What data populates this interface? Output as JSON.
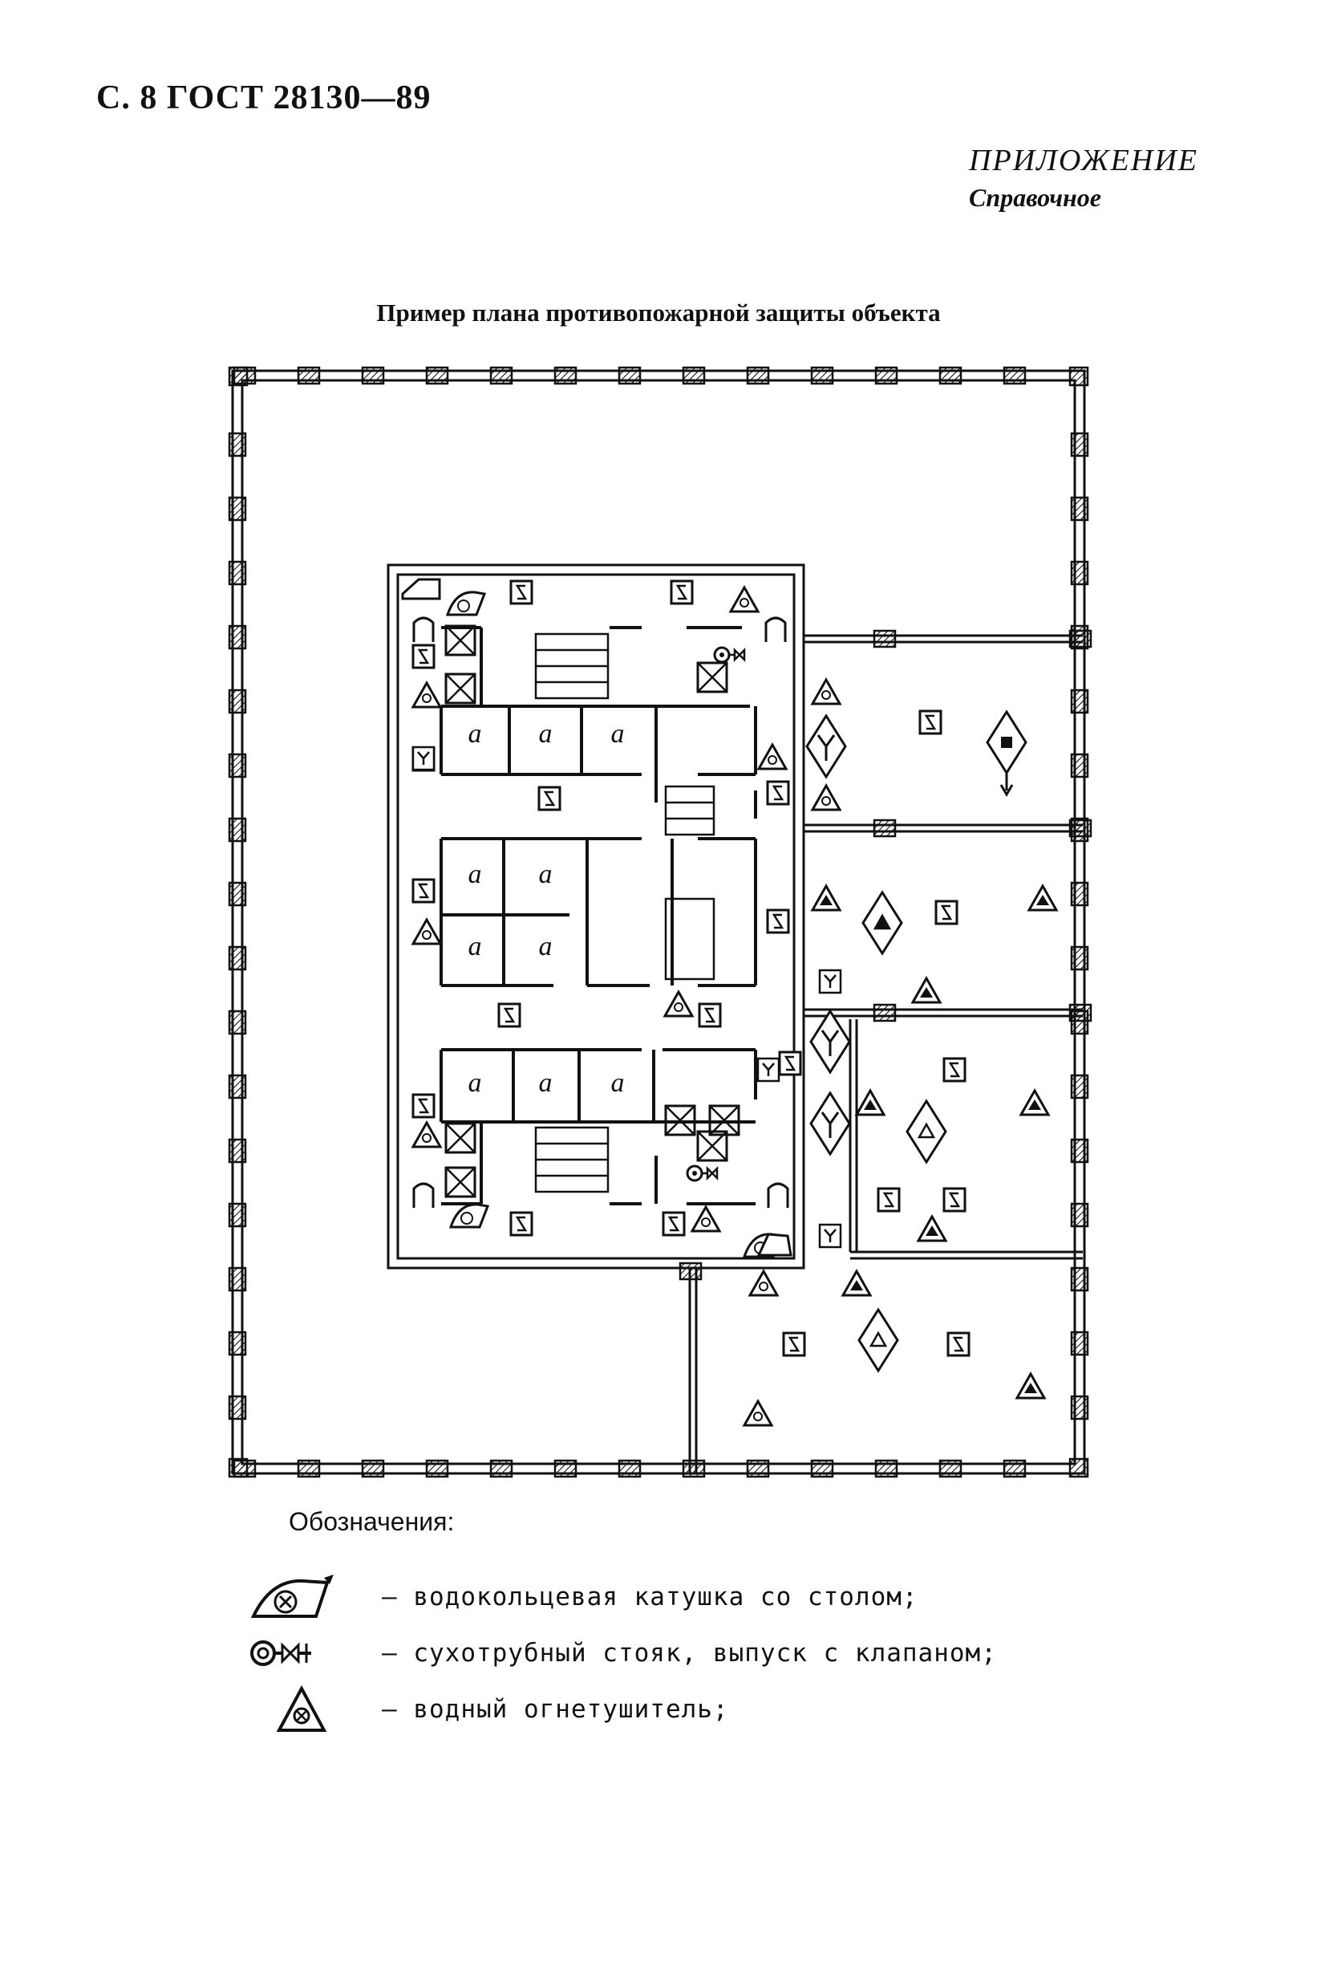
{
  "header": {
    "page_ref": "С. 8 ГОСТ 28130—89"
  },
  "appendix": {
    "title": "ПРИЛОЖЕНИЕ",
    "subtitle": "Справочное"
  },
  "figure": {
    "title": "Пример плана противопожарной защиты объекта",
    "room_label": "a"
  },
  "legend": {
    "heading": "Обозначения:",
    "items": [
      {
        "icon": "fire-hose-reel-icon",
        "text": "— водокольцевая катушка со столом;"
      },
      {
        "icon": "dry-riser-valve-icon",
        "text": "— сухотрубный стояк, выпуск с клапаном;"
      },
      {
        "icon": "water-extinguisher-icon",
        "text": "— водный огнетушитель;"
      }
    ]
  }
}
